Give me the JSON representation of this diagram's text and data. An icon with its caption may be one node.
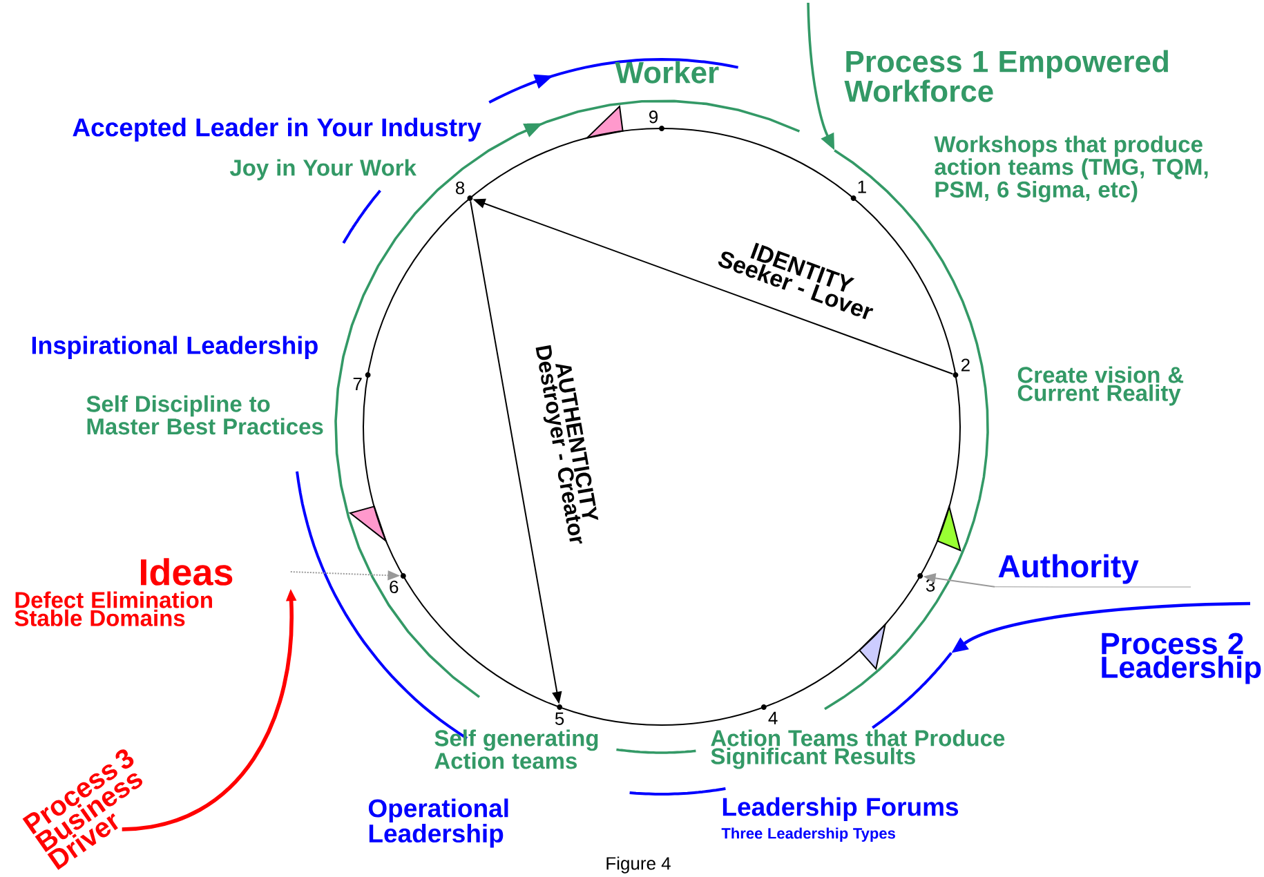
{
  "diagram": {
    "caption": "Figure 4",
    "nodes": [
      {
        "text": [],
        "shape": "circle"
      },
      {
        "text": [
          "1"
        ],
        "in": 0,
        "beside": [
          "Workshops that produce action teams (TMG, TQM, PSM, 6 Sigma, etc)"
        ]
      },
      {
        "text": [
          "2"
        ],
        "in": 0,
        "beside": [
          "Create vision & Current Reality"
        ]
      },
      {
        "text": [
          "3"
        ],
        "in": 0
      },
      {
        "text": [
          "4"
        ],
        "in": 0,
        "beside": [
          "Action Teams that Produce Significant Results"
        ]
      },
      {
        "text": [
          "5"
        ],
        "in": 0,
        "beside": [
          "Self generating Action teams"
        ]
      },
      {
        "text": [
          "6"
        ],
        "in": 0
      },
      {
        "text": [
          "7"
        ],
        "in": 0,
        "beside": [
          "Self Discipline to Master Best Practices"
        ]
      },
      {
        "text": [
          "8"
        ],
        "in": 0,
        "beside": [
          "Joy in Your Work"
        ]
      },
      {
        "text": [
          "9"
        ],
        "in": 0
      },
      {
        "text": [
          "Ideas"
        ]
      },
      {
        "text": [
          "Authority"
        ]
      },
      {
        "text": [
          "Process 3 Business Driver"
        ]
      }
    ],
    "edges": [
      {
        "from": 2,
        "to": 8,
        "arrow": "to",
        "label": "IDENTITY Seeker - Lover"
      },
      {
        "from": 8,
        "to": 5,
        "arrow": "to",
        "label": "AUTHENTICITY Destroyer - Creator"
      },
      {
        "from": 10,
        "to": 6,
        "arrow": "to",
        "style": "dashed",
        "color": "#999999"
      },
      {
        "from": 11,
        "to": 3,
        "arrow": "to",
        "color": "#999999"
      },
      {
        "from": 12,
        "to": 10,
        "arrow": "to",
        "style": "thick",
        "color": "#ff0000"
      }
    ],
    "labels": [
      "Worker",
      "Accepted Leader in Your Industry",
      "Process 1 Empowered Workforce",
      "Inspirational Leadership",
      "Defect Elimination Stable Domains",
      "Process 2 Leadership",
      "Operational Leadership",
      "Leadership Forums",
      "Three Leadership Types"
    ]
  }
}
